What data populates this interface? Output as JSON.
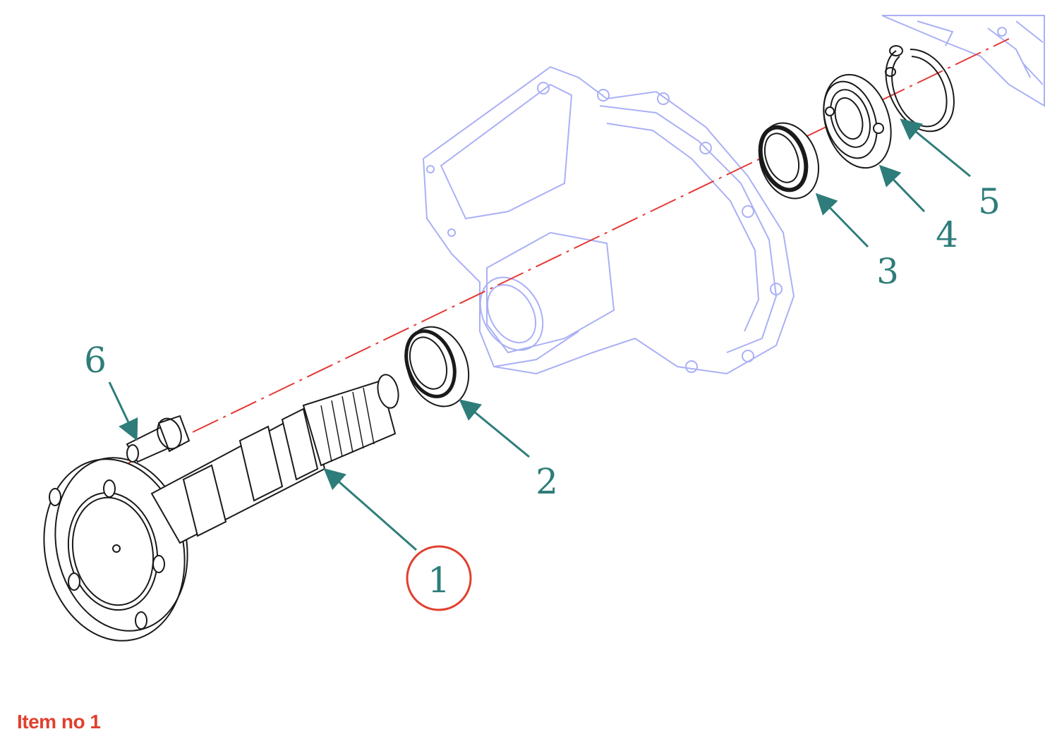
{
  "diagram": {
    "callouts": [
      {
        "id": 1,
        "label": "1",
        "selected": true
      },
      {
        "id": 2,
        "label": "2",
        "selected": false
      },
      {
        "id": 3,
        "label": "3",
        "selected": false
      },
      {
        "id": 4,
        "label": "4",
        "selected": false
      },
      {
        "id": 5,
        "label": "5",
        "selected": false
      },
      {
        "id": 6,
        "label": "6",
        "selected": false
      }
    ]
  },
  "caption": {
    "text": "Item no 1"
  },
  "colors": {
    "callout": "#2e7d7a",
    "selection_ring": "#e0402e",
    "axis_line": "#e53935",
    "housing_outline": "#aab0f5",
    "part_outline": "#1a1a1a",
    "caption": "#e0402e"
  }
}
